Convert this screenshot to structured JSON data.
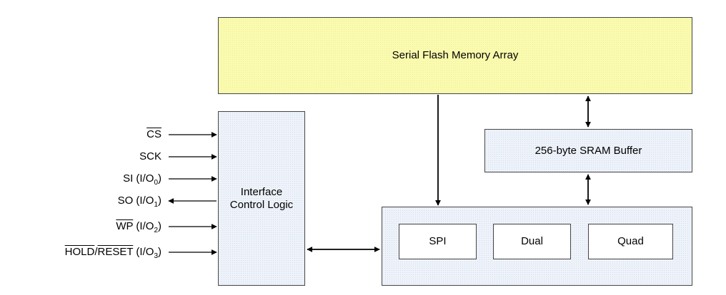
{
  "blocks": {
    "flash_array": "Serial Flash Memory Array",
    "sram_buffer": "256-byte SRAM Buffer",
    "interface_logic": [
      "Interface",
      "Control Logic"
    ],
    "modes": [
      "SPI",
      "Dual",
      "Quad"
    ]
  },
  "pins": {
    "cs": "CS",
    "sck": "SCK",
    "si": {
      "name": "SI (I/O",
      "sub": "0",
      "close": ")"
    },
    "so": {
      "name": "SO (I/O",
      "sub": "1",
      "close": ")"
    },
    "wp": {
      "bar": "WP",
      "rest": " (I/O",
      "sub": "2",
      "close": ")"
    },
    "hold": {
      "bar1": "HOLD",
      "sep": "/",
      "bar2": "RESET",
      "rest": " (I/O",
      "sub": "3",
      "close": ")"
    }
  },
  "colors": {
    "flash_fill": "#fbfbb0",
    "logic_fill": "#eef3fa",
    "border": "#444444"
  }
}
